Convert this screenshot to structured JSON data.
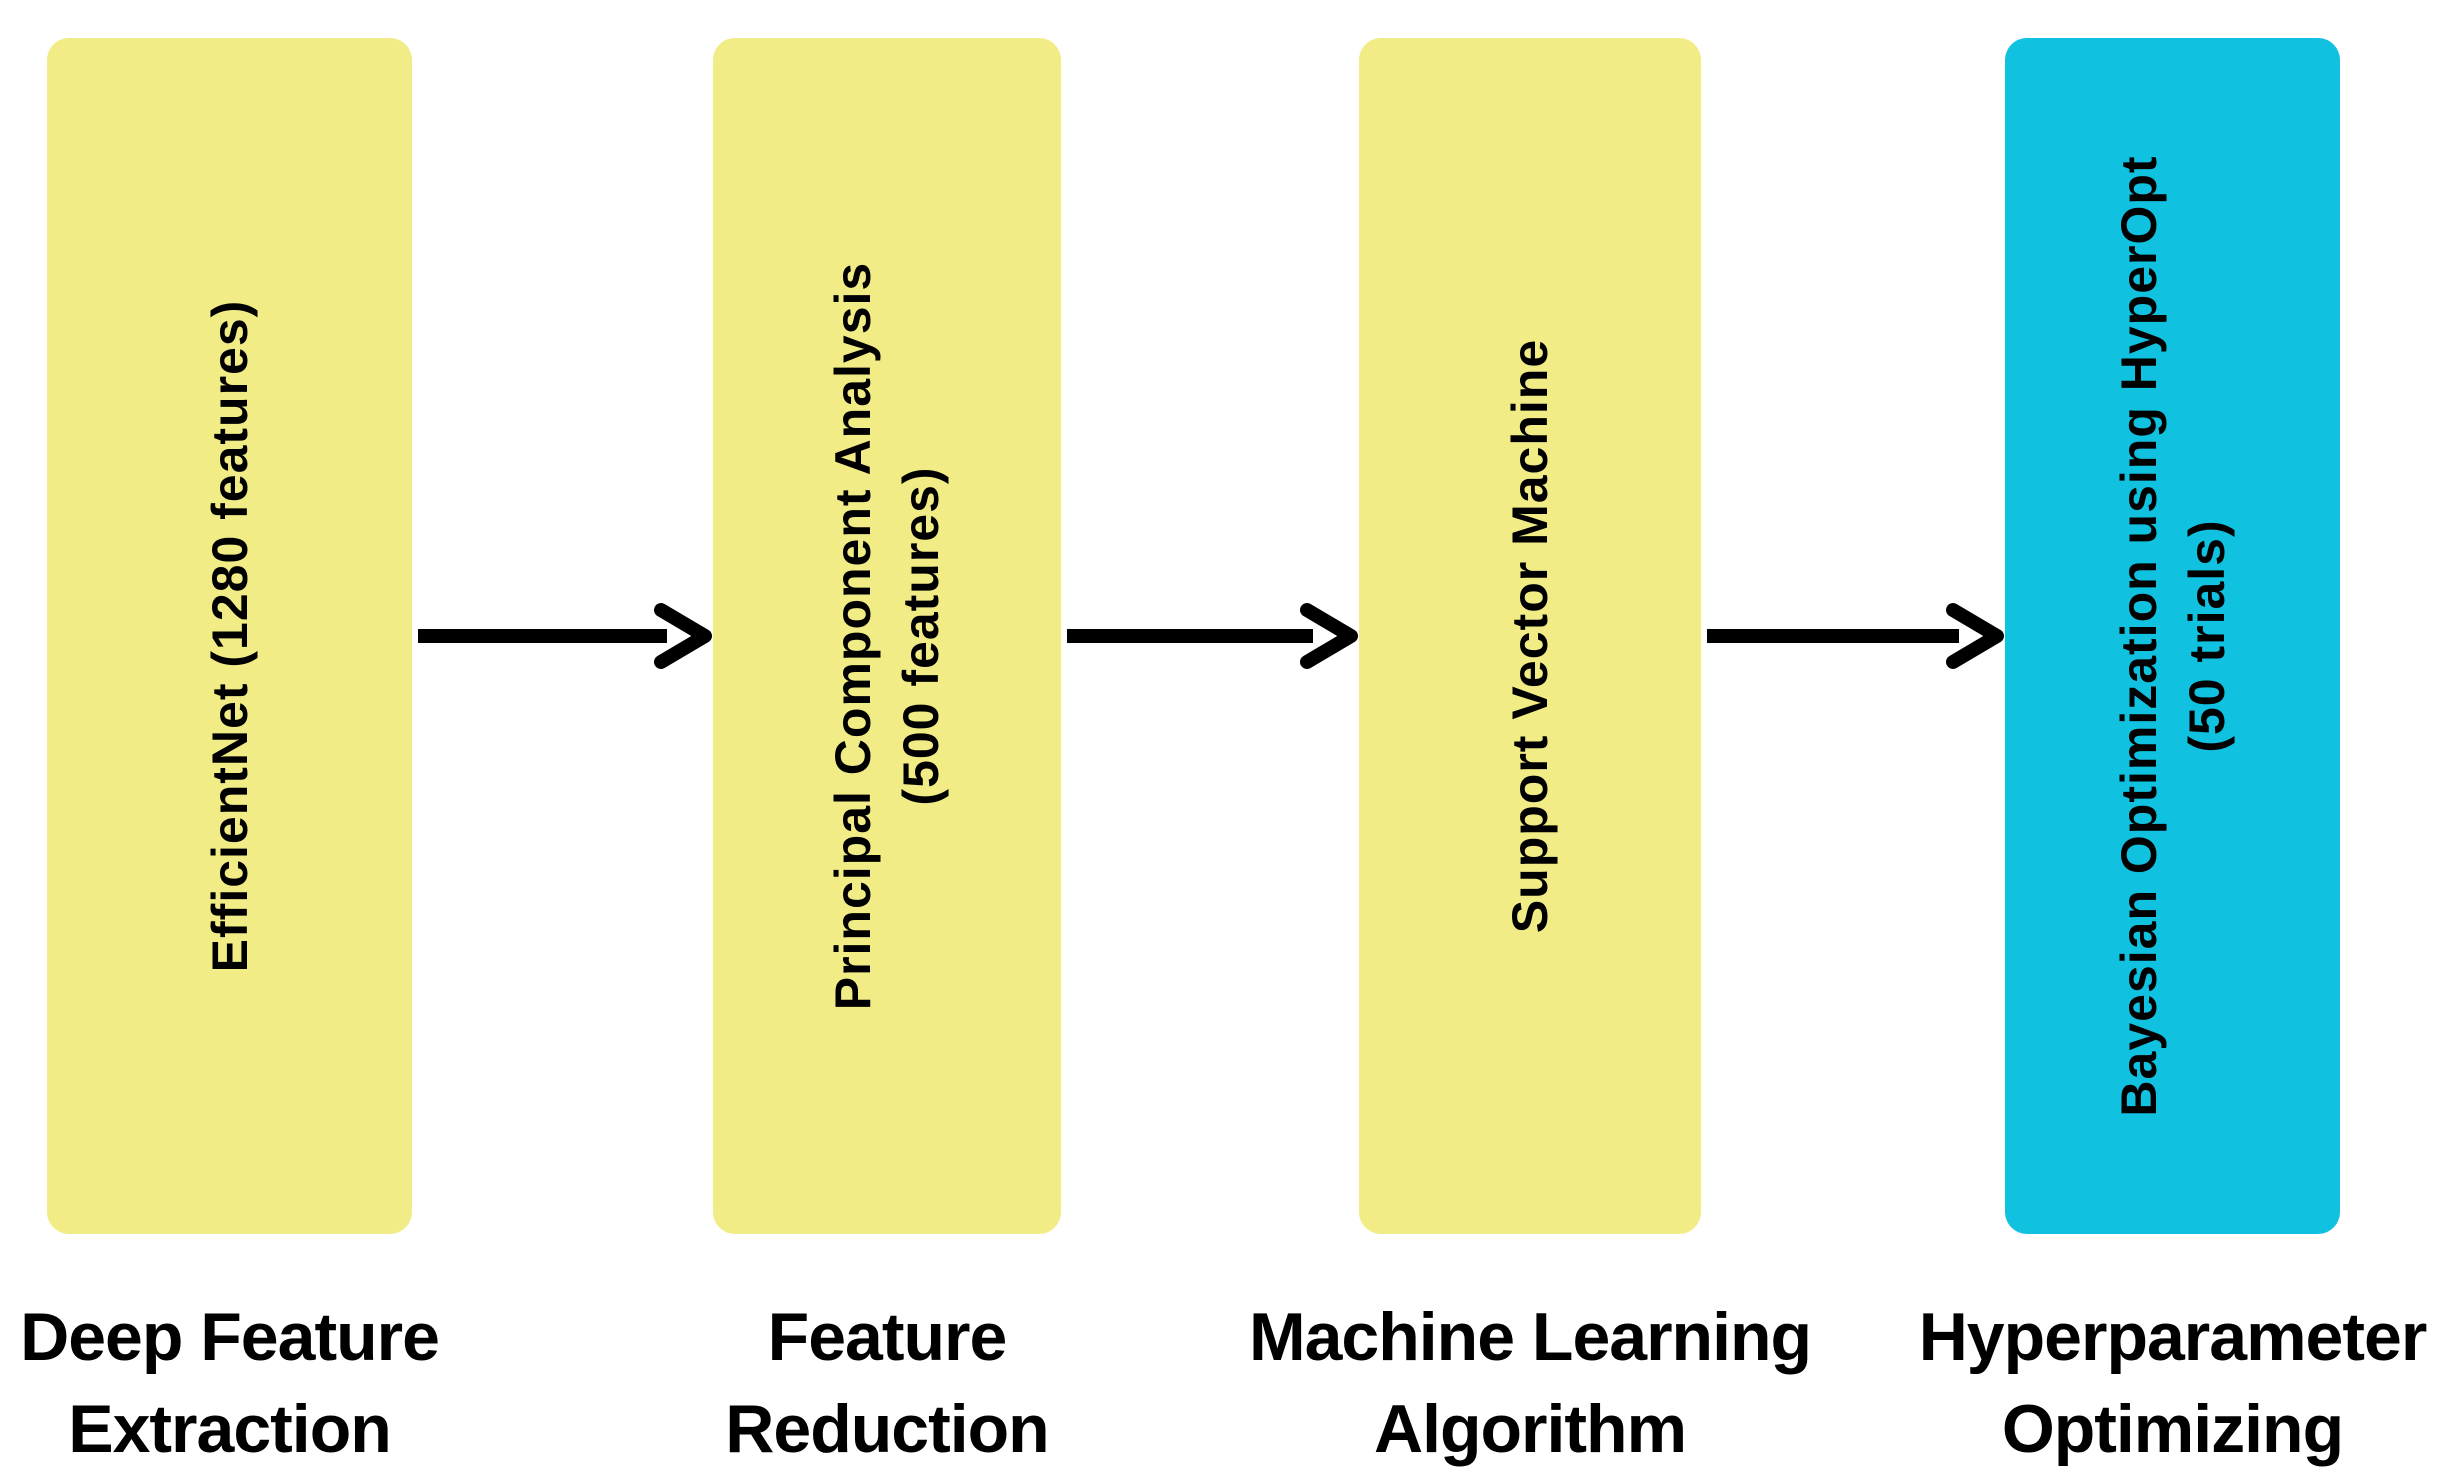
{
  "colors": {
    "background": "#ffffff",
    "box-yellow": "#f1ec86",
    "box-cyan": "#10c1e0",
    "arrow": "#000000",
    "text": "#000000"
  },
  "stages": [
    {
      "name": "deep-feature-extraction",
      "box_text": "EfficientNet (1280 features)",
      "label": "Deep Feature\nExtraction",
      "box_color": "#f1ec86"
    },
    {
      "name": "feature-reduction",
      "box_text": "Principal Component Analysis\n(500 features)",
      "label": "Feature\nReduction",
      "box_color": "#f1ec86"
    },
    {
      "name": "machine-learning-algorithm",
      "box_text": "Support Vector Machine",
      "label": "Machine Learning\nAlgorithm",
      "box_color": "#f1ec86"
    },
    {
      "name": "hyperparameter-optimizing",
      "box_text": "Bayesian Optimization using HyperOpt\n(50 trials)",
      "label": "Hyperparameter\nOptimizing",
      "box_color": "#10c1e0"
    }
  ],
  "arrows": [
    {
      "from": "deep-feature-extraction",
      "to": "feature-reduction",
      "direction": "right"
    },
    {
      "from": "feature-reduction",
      "to": "machine-learning-algorithm",
      "direction": "right"
    },
    {
      "from": "machine-learning-algorithm",
      "to": "hyperparameter-optimizing",
      "direction": "right"
    }
  ]
}
